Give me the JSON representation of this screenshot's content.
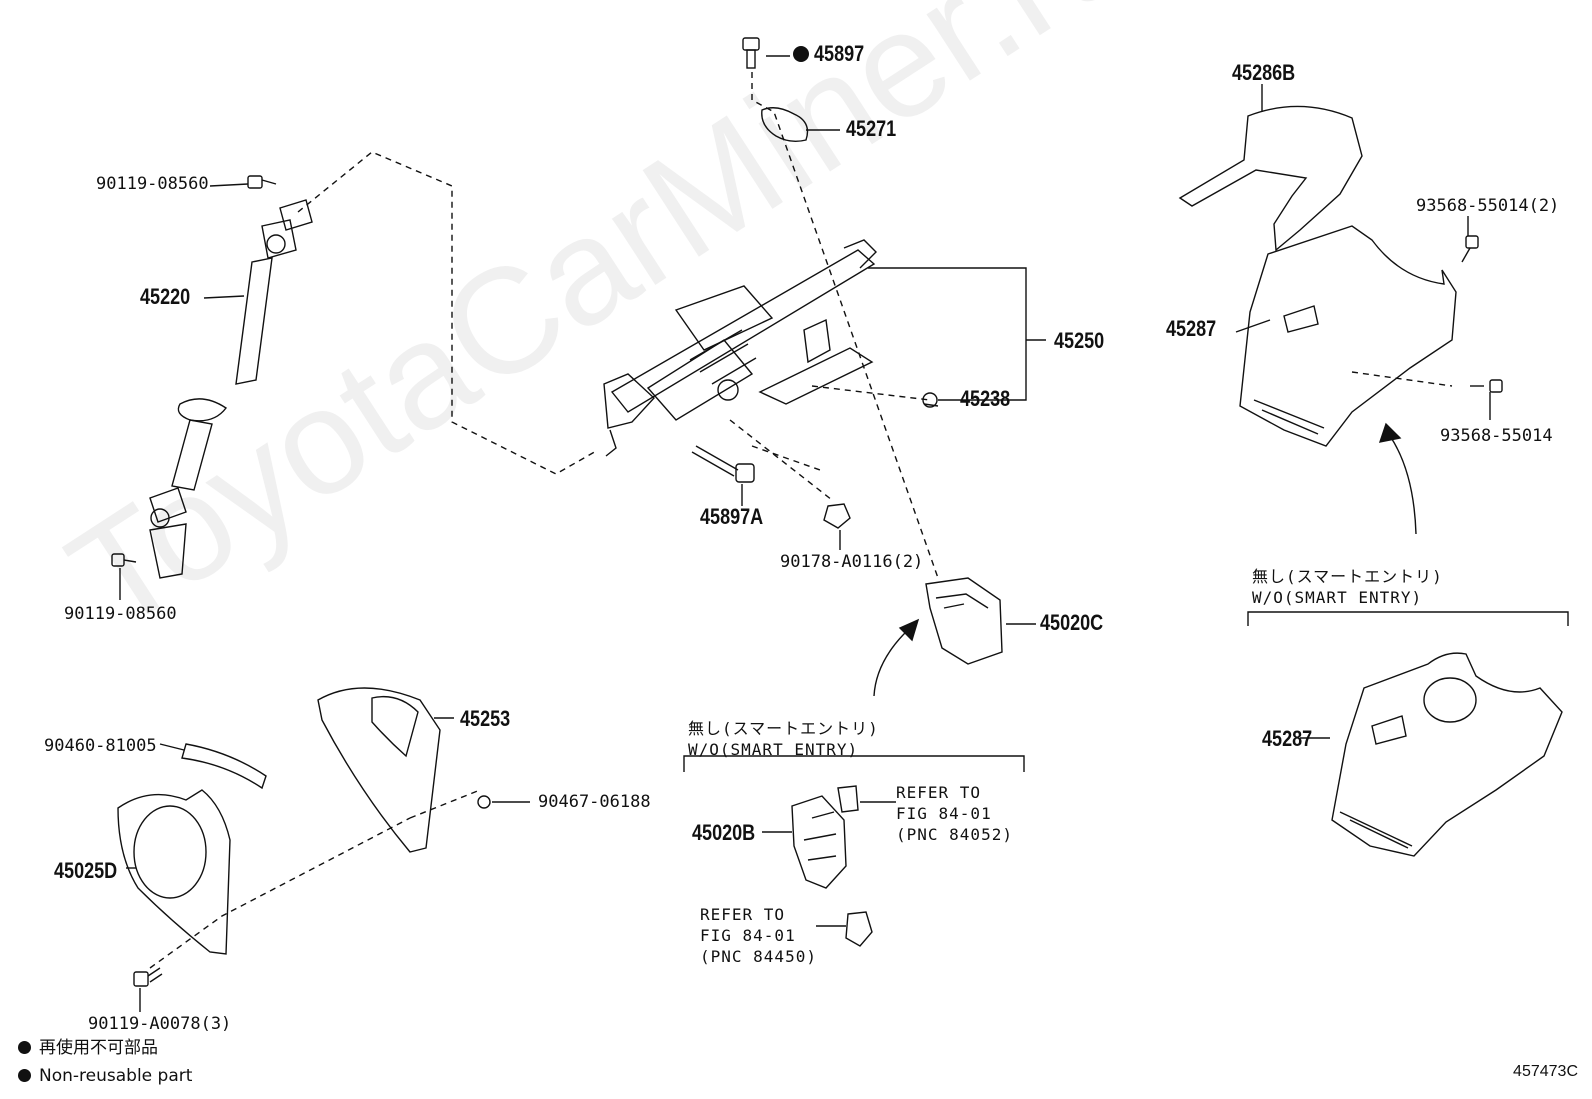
{
  "labels": {
    "p45897": "45897",
    "p45271": "45271",
    "p45286b": "45286B",
    "p93568_2": "93568-55014(2)",
    "p45287_top": "45287",
    "p93568": "93568-55014",
    "p90119_top": "90119-08560",
    "p45220": "45220",
    "p45250": "45250",
    "p45238": "45238",
    "p45897a": "45897A",
    "p90178": "90178-A0116(2)",
    "p90119_bot": "90119-08560",
    "p45020c": "45020C",
    "p45253": "45253",
    "p90460": "90460-81005",
    "p90467": "90467-06188",
    "p45025d": "45025D",
    "p90119_a": "90119-A0078(3)",
    "p45020b": "45020B",
    "p45287_bot": "45287"
  },
  "notes": {
    "wo_smart_center_jp": "無し(スマートエントリ)",
    "wo_smart_center_en": "W/O(SMART ENTRY)",
    "wo_smart_right_jp": "無し(スマートエントリ)",
    "wo_smart_right_en": "W/O(SMART ENTRY)",
    "refer1_l1": "REFER TO",
    "refer1_l2": "FIG 84-01",
    "refer1_l3": "(PNC 84052)",
    "refer2_l1": "REFER TO",
    "refer2_l2": "FIG 84-01",
    "refer2_l3": "(PNC 84450)"
  },
  "legend": {
    "jp": "再使用不可部品",
    "en": "Non-reusable part"
  },
  "watermark": "ToyotaCarMiner.ru",
  "figure_code": "457473C"
}
